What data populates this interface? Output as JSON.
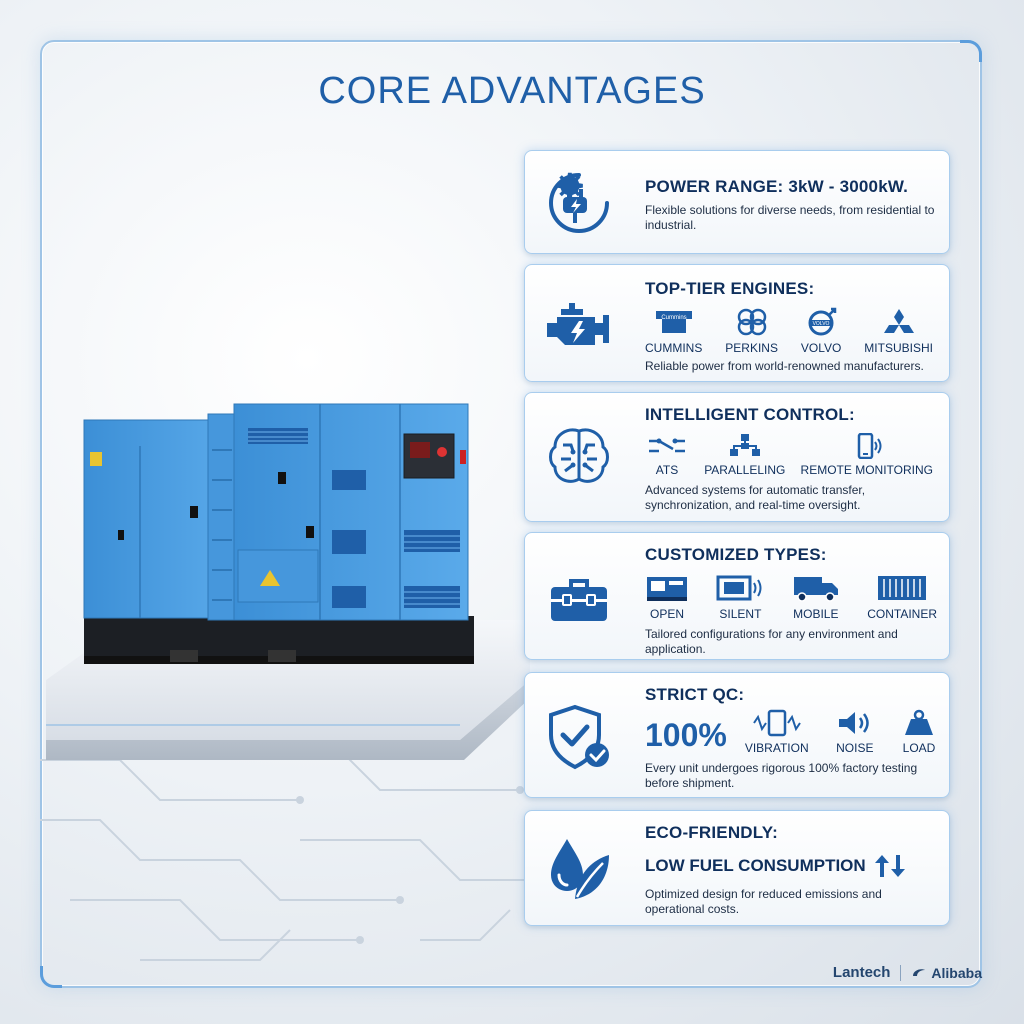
{
  "title": "CORE ADVANTAGES",
  "colors": {
    "accent": "#1f5fa8",
    "generator": "#4a9ee0",
    "card_border": "#a9cdee",
    "text_dark": "#0f2f5c"
  },
  "cards": [
    {
      "icon": "plug-gear-icon",
      "title": "POWER RANGE: 3kW - 3000kW.",
      "desc": "Flexible solutions for diverse needs, from residential to industrial."
    },
    {
      "icon": "engine-icon",
      "title": "TOP-TIER ENGINES:",
      "items": [
        "CUMMINS",
        "PERKINS",
        "VOLVO",
        "MITSUBISHI"
      ],
      "logo_texts": [
        "Cummins",
        "VOLVO"
      ],
      "desc": "Reliable power from world-renowned manufacturers."
    },
    {
      "icon": "brain-circuit-icon",
      "title": "INTELLIGENT CONTROL:",
      "items": [
        "ATS",
        "PARALLELING",
        "REMOTE MONITORING"
      ],
      "desc": "Advanced systems for automatic transfer, synchronization, and real-time oversight."
    },
    {
      "icon": "toolbox-icon",
      "title": "CUSTOMIZED TYPES:",
      "items": [
        "OPEN",
        "SILENT",
        "MOBILE",
        "CONTAINER"
      ],
      "desc": "Tailored configurations for any environment and application."
    },
    {
      "icon": "shield-check-icon",
      "title": "STRICT QC:",
      "percent": "100%",
      "items": [
        "VIBRATION",
        "NOISE",
        "LOAD"
      ],
      "desc": "Every unit undergoes rigorous 100% factory testing before shipment."
    },
    {
      "icon": "drop-leaf-icon",
      "title": "ECO-FRIENDLY:",
      "subtitle": "LOW FUEL CONSUMPTION",
      "desc": "Optimized design for reduced emissions and operational costs."
    }
  ],
  "footer": {
    "brand": "Lantech",
    "partner": "Alibaba"
  }
}
